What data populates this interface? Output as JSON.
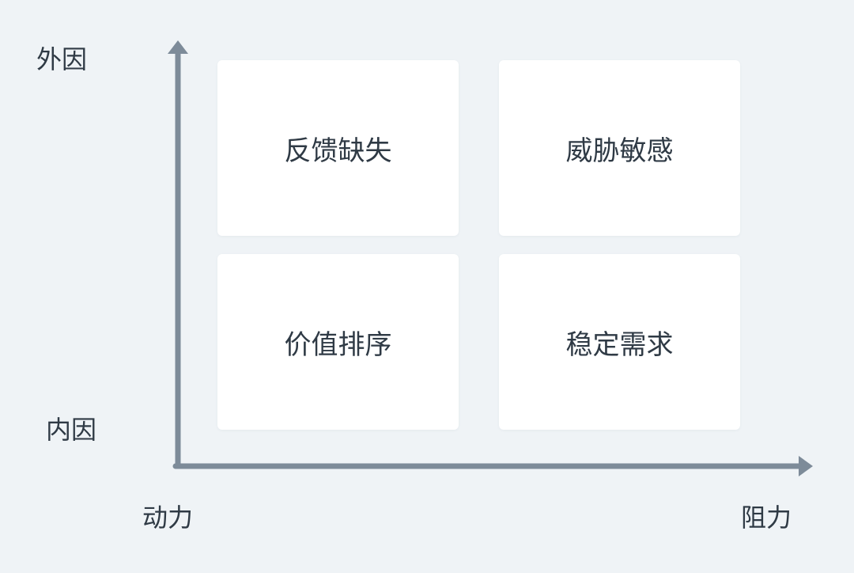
{
  "axes": {
    "y_top": "外因",
    "y_bottom": "内因",
    "x_left": "动力",
    "x_right": "阻力",
    "color": "#7d8b99"
  },
  "quadrants": {
    "top_left": "反馈缺失",
    "top_right": "威胁敏感",
    "bottom_left": "价值排序",
    "bottom_right": "稳定需求"
  },
  "colors": {
    "background": "#eff3f6",
    "card": "#ffffff",
    "text": "#2f3a45"
  }
}
